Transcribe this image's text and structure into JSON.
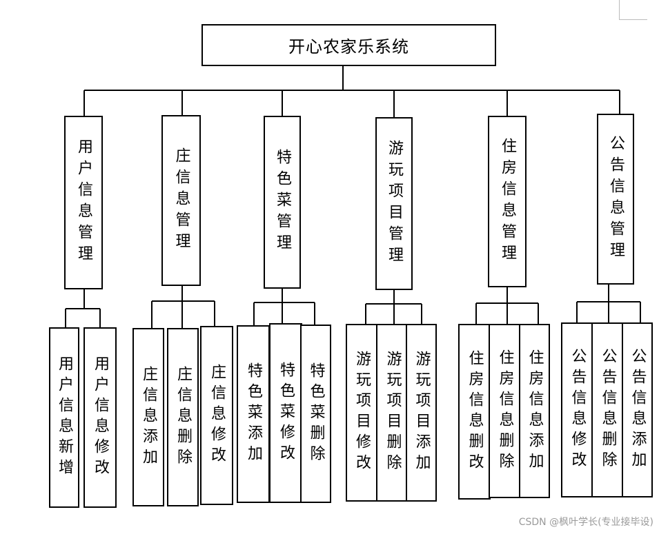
{
  "title": "开心农家乐系统",
  "modules": [
    {
      "label": "用户信息管理",
      "children": [
        "用户信息新增",
        "用户信息修改"
      ]
    },
    {
      "label": "庄信息管理",
      "children": [
        "庄信息添加",
        "庄信息删除",
        "庄信息修改"
      ]
    },
    {
      "label": "特色菜管理",
      "children": [
        "特色菜添加",
        "特色菜修改",
        "特色菜删除"
      ]
    },
    {
      "label": "游玩项目管理",
      "children": [
        "游玩项目修改",
        "游玩项目删除",
        "游玩项目添加"
      ]
    },
    {
      "label": "住房信息管理",
      "children": [
        "住房信息删改",
        "住房信息删除",
        "住房信息添加"
      ]
    },
    {
      "label": "公告信息管理",
      "children": [
        "公告信息修改",
        "公告信息删除",
        "公告信息添加"
      ]
    }
  ],
  "watermark": "CSDN @枫叶学长(专业接毕设)"
}
